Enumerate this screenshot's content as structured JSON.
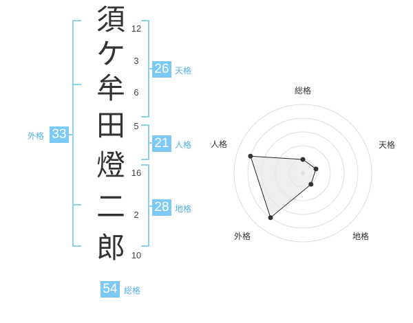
{
  "name": {
    "chars": [
      {
        "char": "須",
        "strokes": "12"
      },
      {
        "char": "ケ",
        "strokes": "3"
      },
      {
        "char": "牟",
        "strokes": "6"
      },
      {
        "char": "田",
        "strokes": "5"
      },
      {
        "char": "燈",
        "strokes": "16"
      },
      {
        "char": "二",
        "strokes": "2"
      },
      {
        "char": "郎",
        "strokes": "10"
      }
    ]
  },
  "fortune": {
    "tenkaku": {
      "label": "天格",
      "value": "26"
    },
    "jinkaku": {
      "label": "人格",
      "value": "21"
    },
    "chikaku": {
      "label": "地格",
      "value": "28"
    },
    "gaikaku": {
      "label": "外格",
      "value": "33"
    },
    "soukaku": {
      "label": "総格",
      "value": "54"
    }
  },
  "radar": {
    "axes": [
      "総格",
      "天格",
      "地格",
      "外格",
      "人格"
    ],
    "levels": [
      1,
      1,
      1,
      4,
      4
    ],
    "max": 5,
    "fill_color": "#e8e8e8",
    "line_color": "#222222"
  },
  "colors": {
    "accent": "#7dc9f5",
    "label": "#55aee6",
    "bracket": "#8dd0f5"
  }
}
